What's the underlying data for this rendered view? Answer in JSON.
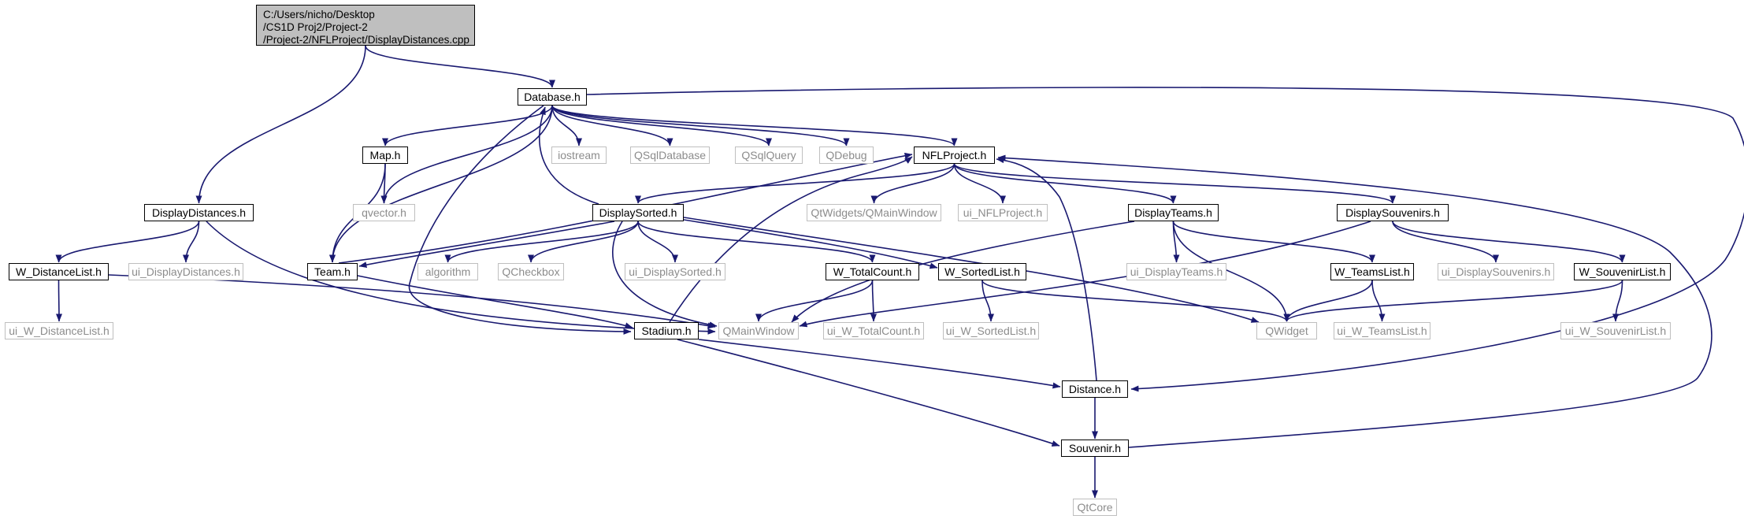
{
  "colors": {
    "edge": "#191970",
    "internal_border": "#000000",
    "external_border": "#bfbfbf",
    "external_text": "#8c8c8c",
    "root_fill": "#bfbfbf"
  },
  "nodes": {
    "root": "C:/Users/nicho/Desktop\n/CS1D Proj2/Project-2\n/Project-2/NFLProject/DisplayDistances.cpp",
    "database_h": "Database.h",
    "display_distances_h": "DisplayDistances.h",
    "map_h": "Map.h",
    "iostream": "iostream",
    "qsqldatabase": "QSqlDatabase",
    "qsqlquery": "QSqlQuery",
    "qdebug": "QDebug",
    "nflproject_h": "NFLProject.h",
    "qvector_h": "qvector.h",
    "display_sorted_h": "DisplaySorted.h",
    "qtwidgets_qmainwindow": "QtWidgets/QMainWindow",
    "ui_nflproject_h": "ui_NFLProject.h",
    "display_teams_h": "DisplayTeams.h",
    "display_souvenirs_h": "DisplaySouvenirs.h",
    "w_distancelist_h": "W_DistanceList.h",
    "ui_displaydistances_h": "ui_DisplayDistances.h",
    "team_h": "Team.h",
    "algorithm": "algorithm",
    "qcheckbox": "QCheckbox",
    "ui_displaysorted_h": "ui_DisplaySorted.h",
    "w_totalcount_h": "W_TotalCount.h",
    "w_sortedlist_h": "W_SortedList.h",
    "ui_displayteams_h": "ui_DisplayTeams.h",
    "w_teamslist_h": "W_TeamsList.h",
    "ui_displaysouvenirs_h": "ui_DisplaySouvenirs.h",
    "w_souvenirlist_h": "W_SouvenirList.h",
    "ui_w_distancelist_h": "ui_W_DistanceList.h",
    "stadium_h": "Stadium.h",
    "qmainwindow": "QMainWindow",
    "ui_w_totalcount_h": "ui_W_TotalCount.h",
    "ui_w_sortedlist_h": "ui_W_SortedList.h",
    "qwidget": "QWidget",
    "ui_w_teamslist_h": "ui_W_TeamsList.h",
    "ui_w_souvenirlist_h": "ui_W_SouvenirList.h",
    "distance_h": "Distance.h",
    "souvenir_h": "Souvenir.h",
    "qtcore": "QtCore"
  },
  "edges": [
    [
      "root",
      "database_h"
    ],
    [
      "root",
      "display_distances_h"
    ],
    [
      "database_h",
      "map_h"
    ],
    [
      "database_h",
      "iostream"
    ],
    [
      "database_h",
      "qsqldatabase"
    ],
    [
      "database_h",
      "qsqlquery"
    ],
    [
      "database_h",
      "qdebug"
    ],
    [
      "database_h",
      "nflproject_h"
    ],
    [
      "database_h",
      "qvector_h"
    ],
    [
      "database_h",
      "team_h"
    ],
    [
      "database_h",
      "stadium_h"
    ],
    [
      "database_h",
      "distance_h"
    ],
    [
      "map_h",
      "qvector_h"
    ],
    [
      "map_h",
      "team_h"
    ],
    [
      "nflproject_h",
      "display_sorted_h"
    ],
    [
      "nflproject_h",
      "qtwidgets_qmainwindow"
    ],
    [
      "nflproject_h",
      "ui_nflproject_h"
    ],
    [
      "nflproject_h",
      "display_teams_h"
    ],
    [
      "nflproject_h",
      "display_souvenirs_h"
    ],
    [
      "display_sorted_h",
      "database_h"
    ],
    [
      "display_sorted_h",
      "team_h"
    ],
    [
      "display_sorted_h",
      "algorithm"
    ],
    [
      "display_sorted_h",
      "qcheckbox"
    ],
    [
      "display_sorted_h",
      "ui_displaysorted_h"
    ],
    [
      "display_sorted_h",
      "w_totalcount_h"
    ],
    [
      "display_sorted_h",
      "w_sortedlist_h"
    ],
    [
      "display_sorted_h",
      "qmainwindow"
    ],
    [
      "display_sorted_h",
      "qwidget"
    ],
    [
      "display_distances_h",
      "w_distancelist_h"
    ],
    [
      "display_distances_h",
      "ui_displaydistances_h"
    ],
    [
      "display_distances_h",
      "qmainwindow"
    ],
    [
      "w_distancelist_h",
      "ui_w_distancelist_h"
    ],
    [
      "w_distancelist_h",
      "qmainwindow"
    ],
    [
      "team_h",
      "nflproject_h"
    ],
    [
      "team_h",
      "stadium_h"
    ],
    [
      "stadium_h",
      "nflproject_h"
    ],
    [
      "stadium_h",
      "distance_h"
    ],
    [
      "stadium_h",
      "souvenir_h"
    ],
    [
      "w_totalcount_h",
      "ui_w_totalcount_h"
    ],
    [
      "w_totalcount_h",
      "qmainwindow"
    ],
    [
      "w_sortedlist_h",
      "ui_w_sortedlist_h"
    ],
    [
      "w_sortedlist_h",
      "qwidget"
    ],
    [
      "display_teams_h",
      "ui_displayteams_h"
    ],
    [
      "display_teams_h",
      "w_teamslist_h"
    ],
    [
      "display_teams_h",
      "qmainwindow"
    ],
    [
      "display_teams_h",
      "qwidget"
    ],
    [
      "w_teamslist_h",
      "qwidget"
    ],
    [
      "w_teamslist_h",
      "ui_w_teamslist_h"
    ],
    [
      "display_souvenirs_h",
      "ui_displaysouvenirs_h"
    ],
    [
      "display_souvenirs_h",
      "w_souvenirlist_h"
    ],
    [
      "display_souvenirs_h",
      "qmainwindow"
    ],
    [
      "w_souvenirlist_h",
      "qwidget"
    ],
    [
      "w_souvenirlist_h",
      "ui_w_souvenirlist_h"
    ],
    [
      "distance_h",
      "nflproject_h"
    ],
    [
      "distance_h",
      "souvenir_h"
    ],
    [
      "souvenir_h",
      "qtcore"
    ],
    [
      "souvenir_h",
      "nflproject_h"
    ]
  ]
}
